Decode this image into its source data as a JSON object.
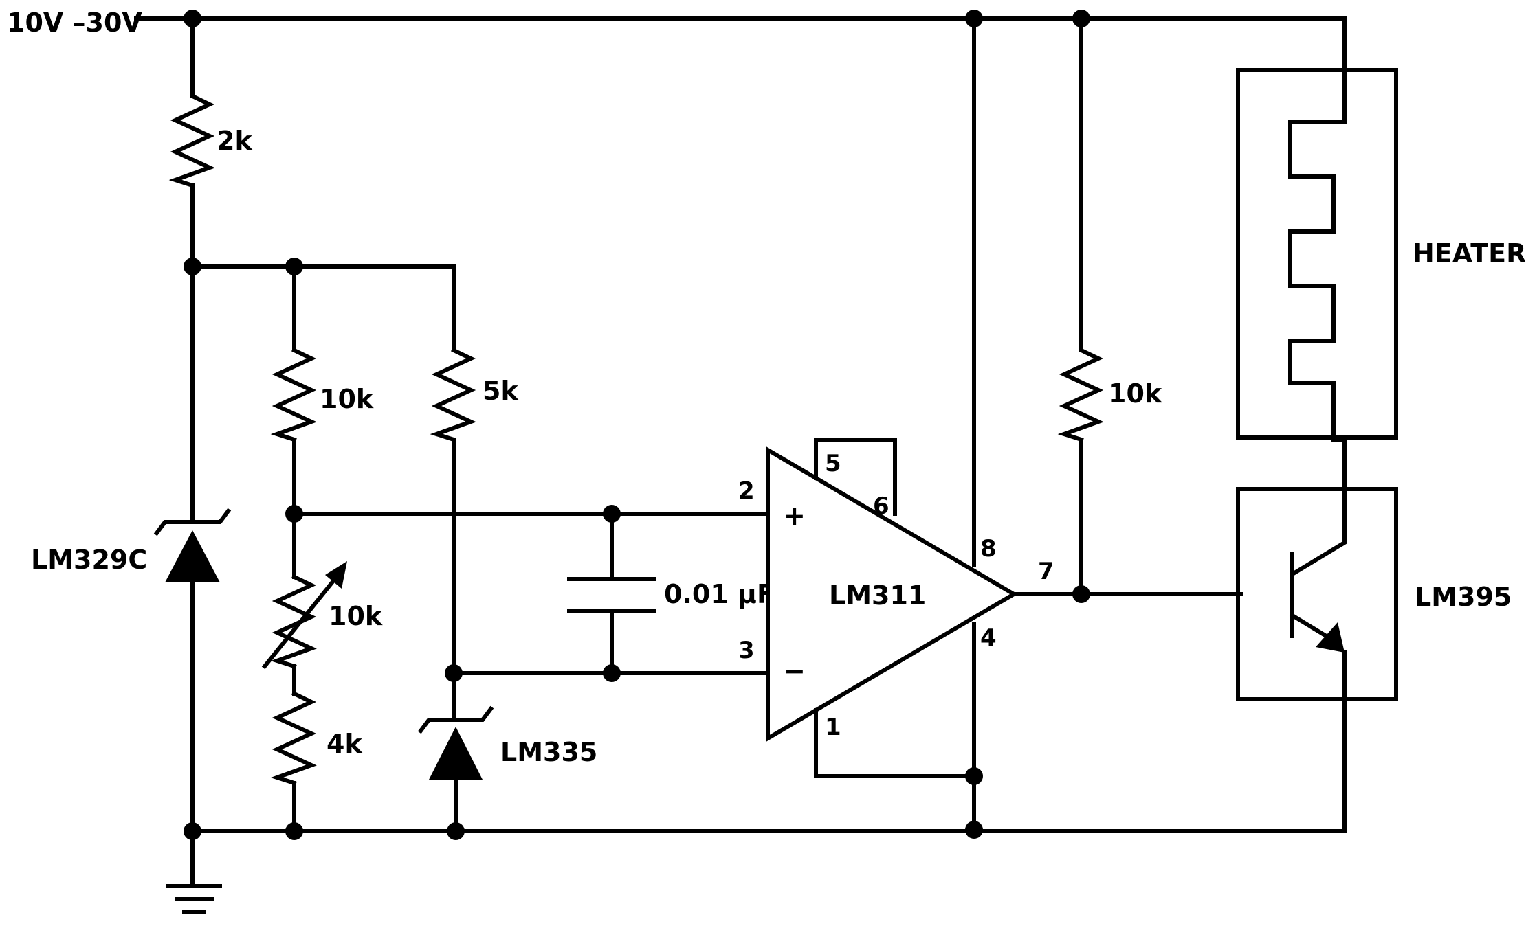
{
  "supply": {
    "label": "10V –30V"
  },
  "components": {
    "r_2k": {
      "value": "2k"
    },
    "zener_ref": {
      "name": "LM329C"
    },
    "r_10k_top": {
      "value": "10k"
    },
    "pot_10k": {
      "value": "10k"
    },
    "r_4k": {
      "value": "4k"
    },
    "r_5k": {
      "value": "5k"
    },
    "sensor": {
      "name": "LM335"
    },
    "capacitor": {
      "value": "0.01 μF"
    },
    "comparator": {
      "name": "LM311",
      "plus": "+",
      "minus": "−",
      "pins": {
        "p1": "1",
        "p2": "2",
        "p3": "3",
        "p4": "4",
        "p5": "5",
        "p6": "6",
        "p7": "7",
        "p8": "8"
      }
    },
    "r_10k_pullup": {
      "value": "10k"
    },
    "heater": {
      "name": "HEATER"
    },
    "transistor": {
      "name": "LM395"
    }
  }
}
